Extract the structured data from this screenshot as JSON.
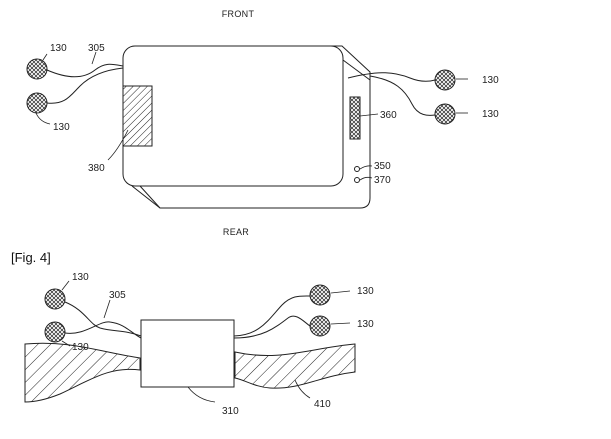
{
  "fig3": {
    "top_caption": "FRONT",
    "bottom_caption": "REAR",
    "labels": {
      "electrode_tl": "130",
      "cable_tl": "305",
      "electrode_bl": "130",
      "electrode_tr": "130",
      "electrode_br": "130",
      "part_360": "360",
      "part_380": "380",
      "part_350": "350",
      "part_370": "370"
    }
  },
  "fig4": {
    "title": "[Fig. 4]",
    "labels": {
      "electrode_tl": "130",
      "cable_tl": "305",
      "electrode_bl": "130",
      "electrode_tr": "130",
      "electrode_br": "130",
      "device": "310",
      "band": "410"
    }
  }
}
